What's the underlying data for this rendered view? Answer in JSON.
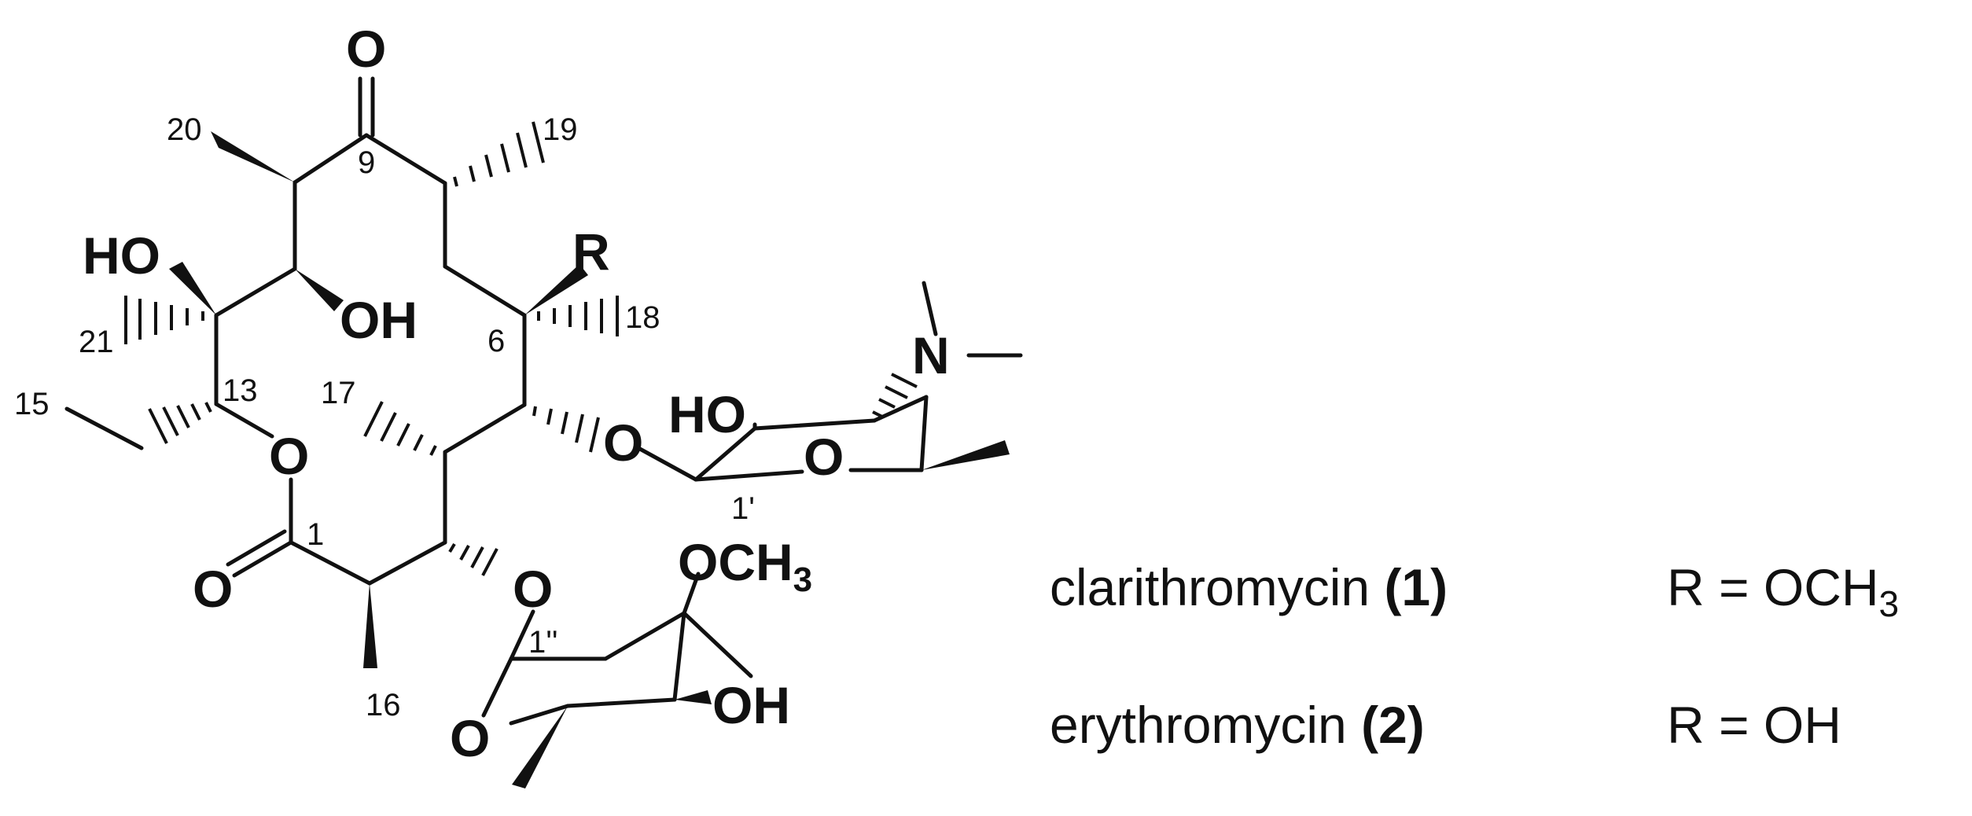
{
  "colors": {
    "ink": "#111111",
    "background": "#ffffff"
  },
  "atoms": {
    "ketone_o": "O",
    "ring_o": "O",
    "lactone_o": "O",
    "o_to_desosamine": "O",
    "o_to_cladinose": "O",
    "desosamine_ring_o": "O",
    "cladinose_ring_o": "O",
    "n": "N",
    "ho_c12": "HO",
    "oh_c11": "OH",
    "r": "R",
    "ho_desosamine": "HO",
    "och3_cladinose": "OCH",
    "och3_sub": "3",
    "oh_cladinose": "OH"
  },
  "numbers": {
    "c20": "20",
    "c19": "19",
    "c9": "9",
    "c18": "18",
    "c6": "6",
    "c21": "21",
    "c13": "13",
    "c15": "15",
    "c17": "17",
    "c1": "1",
    "c1p": "1'",
    "c1pp": "1''",
    "c16": "16"
  },
  "legend": {
    "compounds": [
      {
        "name": "clarithromycin",
        "number": "(1)",
        "r_prefix": "R = OCH",
        "r_sub": "3"
      },
      {
        "name": "erythromycin",
        "number": "(2)",
        "r_prefix": "R = OH",
        "r_sub": ""
      }
    ]
  }
}
